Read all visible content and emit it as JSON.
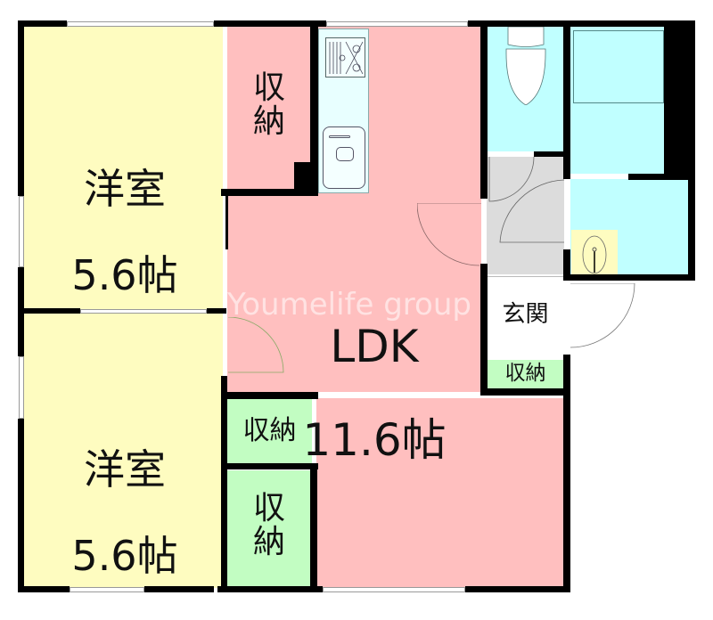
{
  "floorplan": {
    "watermark": "Youmelife group",
    "colors": {
      "western_room": "#fefcc0",
      "storage": "#c2fdc2",
      "ldk": "#ffbfbf",
      "wet_area": "#c0ffff",
      "washroom_floor": "#dcdcdc",
      "entrance": "#ffffff",
      "wall": "#000000"
    },
    "rooms": {
      "western_room_1": {
        "name": "洋室",
        "size": "5.6帖"
      },
      "western_room_2": {
        "name": "洋室",
        "size": "5.6帖"
      },
      "ldk": {
        "name": "LDK",
        "size": "11.6帖"
      },
      "storage_top": {
        "label": "収\n納"
      },
      "storage_mid": {
        "label": "収納"
      },
      "storage_bottom": {
        "label": "収\n納"
      },
      "storage_entrance": {
        "label": "収納"
      },
      "entrance": {
        "label": "玄関"
      }
    }
  }
}
